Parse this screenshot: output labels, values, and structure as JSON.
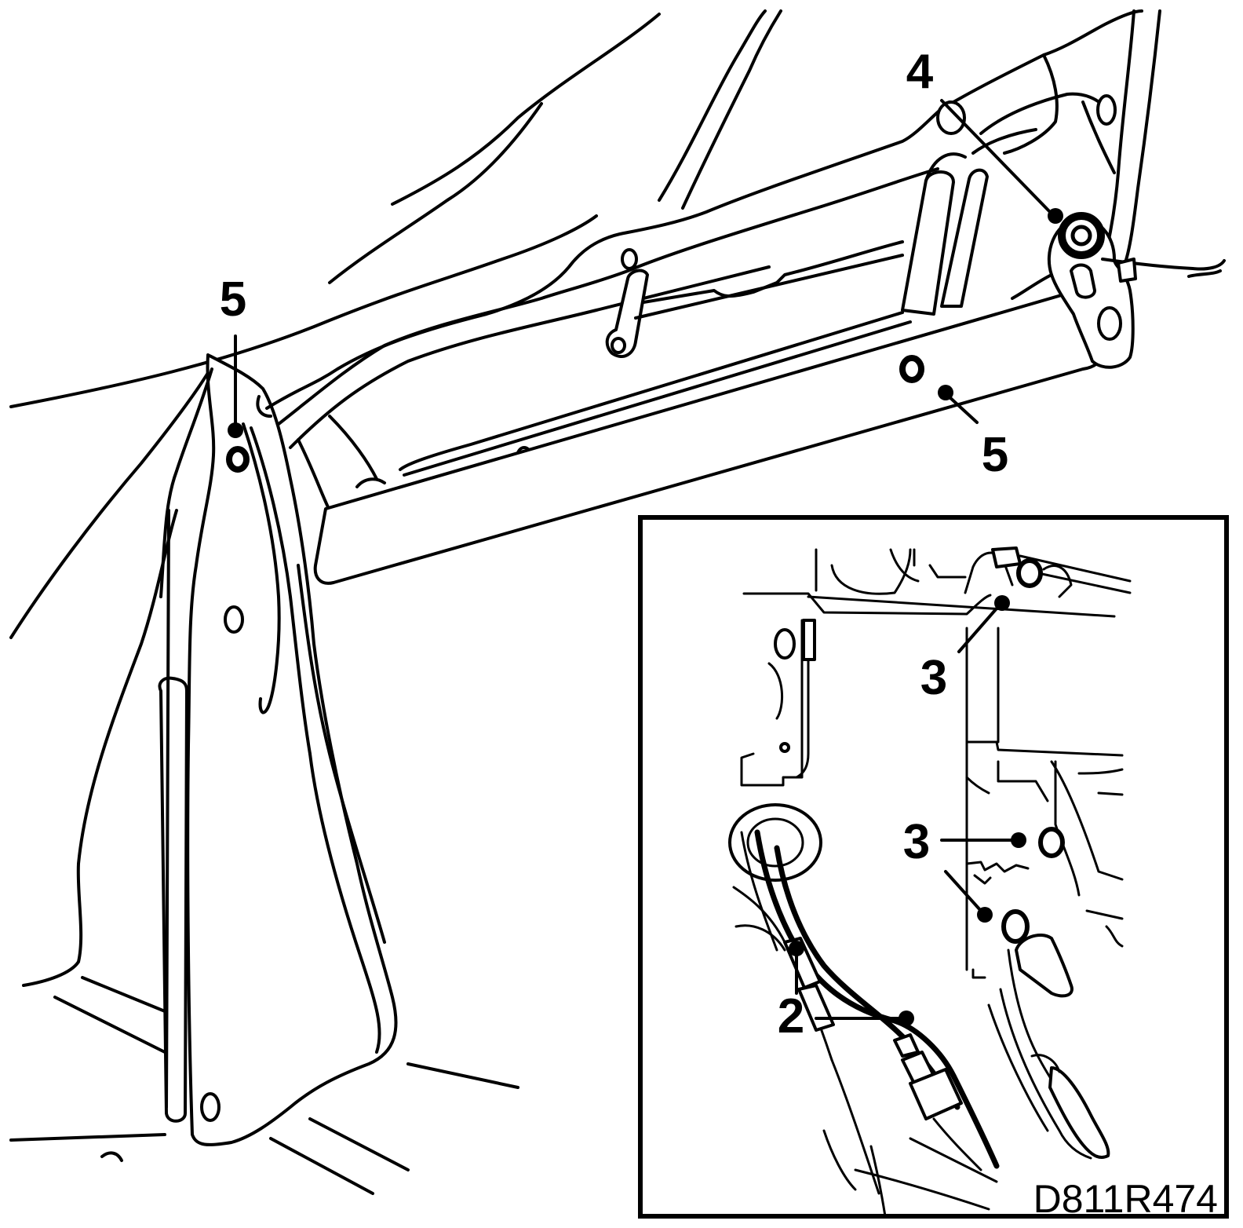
{
  "figure": {
    "reference_code": "D811R474"
  },
  "callouts": {
    "c5_left": "5",
    "c4": "4",
    "c5_right": "5",
    "c3_top": "3",
    "c3_mid": "3",
    "c2": "2"
  },
  "colors": {
    "line": "#000000",
    "background": "#ffffff"
  }
}
